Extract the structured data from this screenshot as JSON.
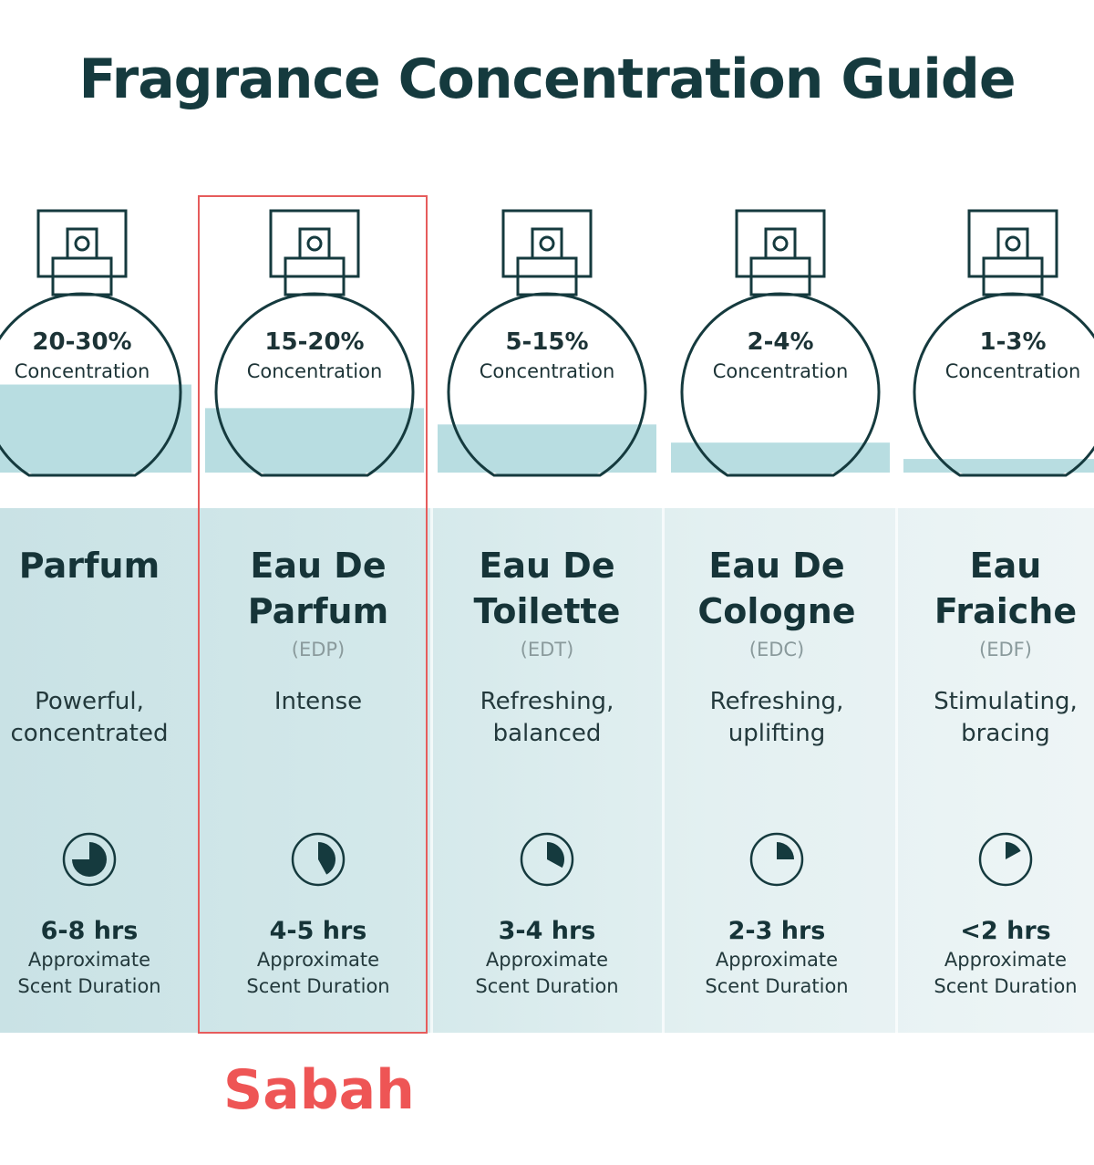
{
  "title": "Fragrance Concentration Guide",
  "colors": {
    "accent": "#153a3e",
    "liquid": "#b8dde1",
    "band": "#d3e8ea",
    "annotation": "#ee5555"
  },
  "concentration_label": "Concentration",
  "duration_label_line1": "Approximate",
  "duration_label_line2": "Scent Duration",
  "types": [
    {
      "name_line1": "Parfum",
      "name_line2": "",
      "abbr": "",
      "desc_line1": "Powerful,",
      "desc_line2": "concentrated",
      "concentration": "20-30%",
      "duration": "6-8 hrs",
      "fill_level": 0.5,
      "clock_fraction": 0.75
    },
    {
      "name_line1": "Eau De",
      "name_line2": "Parfum",
      "abbr": "(EDP)",
      "desc_line1": "Intense",
      "desc_line2": "",
      "concentration": "15-20%",
      "duration": "4-5 hrs",
      "fill_level": 0.37,
      "clock_fraction": 0.42
    },
    {
      "name_line1": "Eau De",
      "name_line2": "Toilette",
      "abbr": "(EDT)",
      "desc_line1": "Refreshing,",
      "desc_line2": "balanced",
      "concentration": "5-15%",
      "duration": "3-4 hrs",
      "fill_level": 0.28,
      "clock_fraction": 0.33
    },
    {
      "name_line1": "Eau De",
      "name_line2": "Cologne",
      "abbr": "(EDC)",
      "desc_line1": "Refreshing,",
      "desc_line2": "uplifting",
      "concentration": "2-4%",
      "duration": "2-3 hrs",
      "fill_level": 0.18,
      "clock_fraction": 0.25
    },
    {
      "name_line1": "Eau",
      "name_line2": "Fraiche",
      "abbr": "(EDF)",
      "desc_line1": "Stimulating,",
      "desc_line2": "bracing",
      "concentration": "1-3%",
      "duration": "<2 hrs",
      "fill_level": 0.09,
      "clock_fraction": 0.17
    }
  ],
  "annotation": {
    "label": "Sabah",
    "highlighted_index": 1
  }
}
